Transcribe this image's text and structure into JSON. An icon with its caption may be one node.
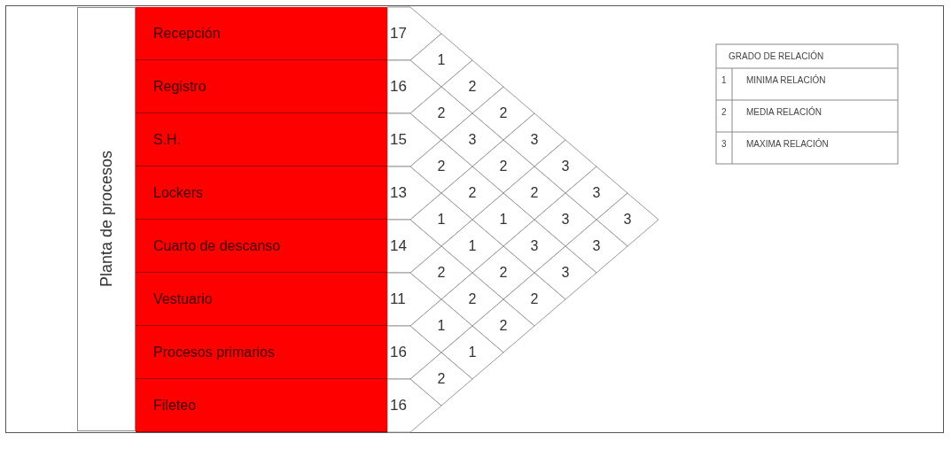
{
  "diagram": {
    "nodes": [
      {
        "text": [
          "Planta de procesos"
        ]
      },
      {
        "text": [
          "Recepción"
        ],
        "beside": [
          "17"
        ]
      },
      {
        "text": [
          "Registro"
        ],
        "beside": [
          "16"
        ]
      },
      {
        "text": [
          "S.H."
        ],
        "beside": [
          "15"
        ]
      },
      {
        "text": [
          "Lockers"
        ],
        "beside": [
          "13"
        ]
      },
      {
        "text": [
          "Cuarto de descanso"
        ],
        "beside": [
          "14"
        ]
      },
      {
        "text": [
          "Vestuario"
        ],
        "beside": [
          "11"
        ]
      },
      {
        "text": [
          "Procesos primarios"
        ],
        "beside": [
          "16"
        ]
      },
      {
        "text": [
          "Fileteo"
        ],
        "beside": [
          "16"
        ]
      }
    ],
    "edges": [],
    "labels": [
      "1",
      "2",
      "2",
      "2",
      "3",
      "3",
      "2",
      "2",
      "3",
      "2",
      "2",
      "3",
      "1",
      "1",
      "3",
      "3",
      "1",
      "3",
      "3",
      "2",
      "2",
      "3",
      "2",
      "2",
      "1",
      "2",
      "1",
      "2",
      "GRADO DE RELACIÓN",
      "1",
      "MINIMA RELACIÓN",
      "2",
      "MEDIA RELACIÓN",
      "3",
      "MAXIMA RELACIÓN"
    ]
  }
}
